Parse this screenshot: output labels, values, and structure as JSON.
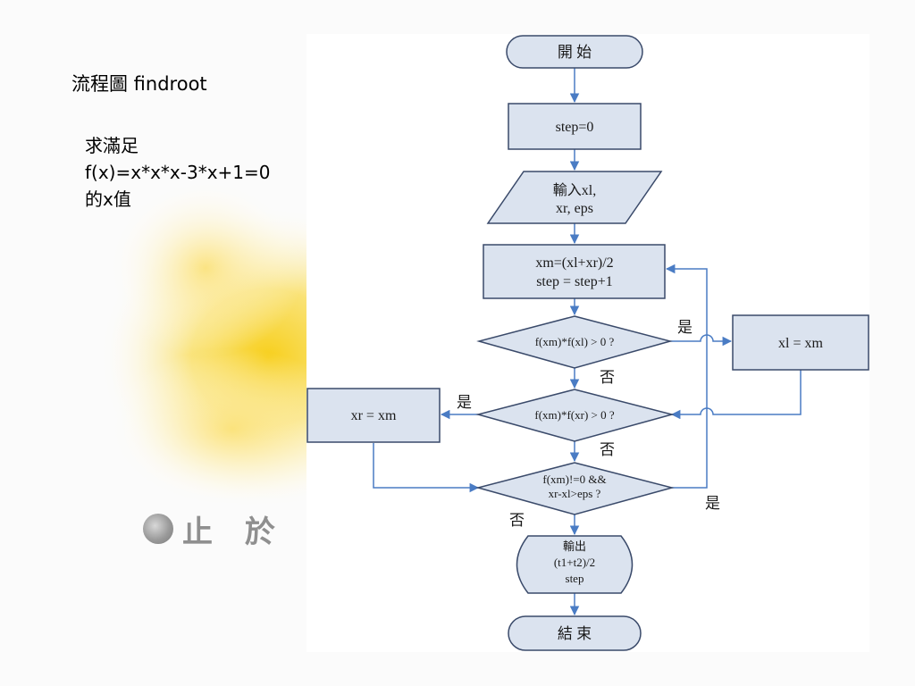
{
  "slide": {
    "title": "流程圖 findroot",
    "description": [
      "求滿足",
      "f(x)=x*x*x-3*x+1=0",
      "的x值"
    ],
    "watermark": "止 於 至"
  },
  "flowchart": {
    "start": "開 始",
    "init": "step=0",
    "input": [
      "輸入xl,",
      "xr, eps"
    ],
    "compute": [
      "xm=(xl+xr)/2",
      "step = step+1"
    ],
    "cond1": "f(xm)*f(xl) > 0 ?",
    "cond2": "f(xm)*f(xr) > 0 ?",
    "cond3": [
      "f(xm)!=0 &&",
      "xr-xl>eps ?"
    ],
    "assign_xl": "xl = xm",
    "assign_xr": "xr = xm",
    "output": [
      "輸出",
      "(t1+t2)/2",
      "step"
    ],
    "end": "結 束",
    "yes": "是",
    "no": "否"
  },
  "colors": {
    "box_fill": "#dbe3ef",
    "box_stroke": "#3a4a6a",
    "arrow": "#4a7cc4",
    "glow": "#f7cf1c"
  }
}
